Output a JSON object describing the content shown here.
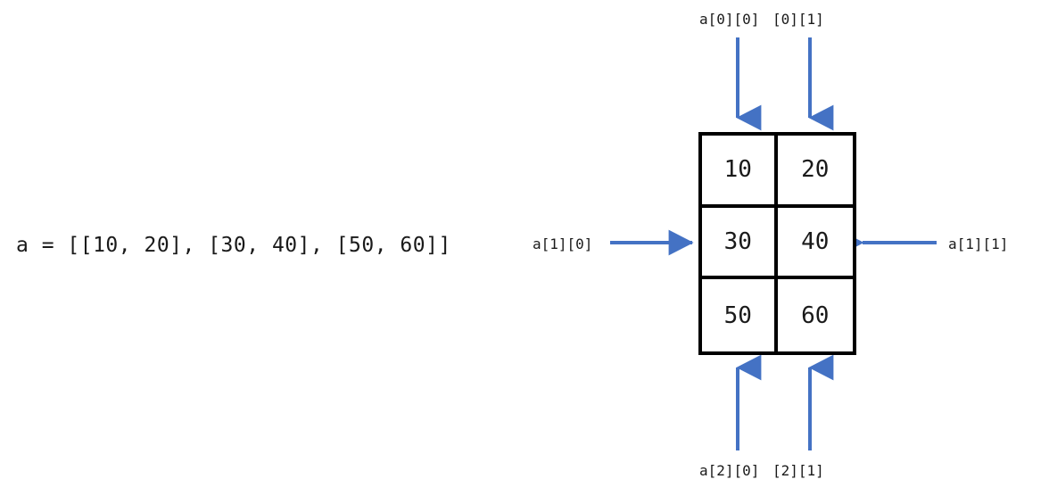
{
  "diagram": {
    "title_expression": "a = [[10, 20], [30, 40], [50, 60]]",
    "accent_color": "#4472C4",
    "border_color": "#000000",
    "text_color": "#1A1A1A"
  },
  "matrix": {
    "rows": 3,
    "cols": 2,
    "cells": [
      {
        "value": "10",
        "index": "a[0][0]"
      },
      {
        "value": "20",
        "index": "a[0][1]"
      },
      {
        "value": "30",
        "index": "a[1][0]"
      },
      {
        "value": "40",
        "index": "a[1][1]"
      },
      {
        "value": "50",
        "index": "a[2][0]"
      },
      {
        "value": "60",
        "index": "a[2][1]"
      }
    ]
  },
  "labels": {
    "top": [
      {
        "text": "a[0][0]",
        "arrow": "down"
      },
      {
        "text": "[0][1]",
        "arrow": "down"
      }
    ],
    "bottom": [
      {
        "text": "a[2][0]",
        "arrow": "up"
      },
      {
        "text": "[2][1]",
        "arrow": "up"
      }
    ],
    "left": [
      {
        "text": "a[1][0]",
        "arrow": "right"
      }
    ],
    "right": [
      {
        "text": "a[1][1]",
        "arrow": "left"
      }
    ]
  }
}
